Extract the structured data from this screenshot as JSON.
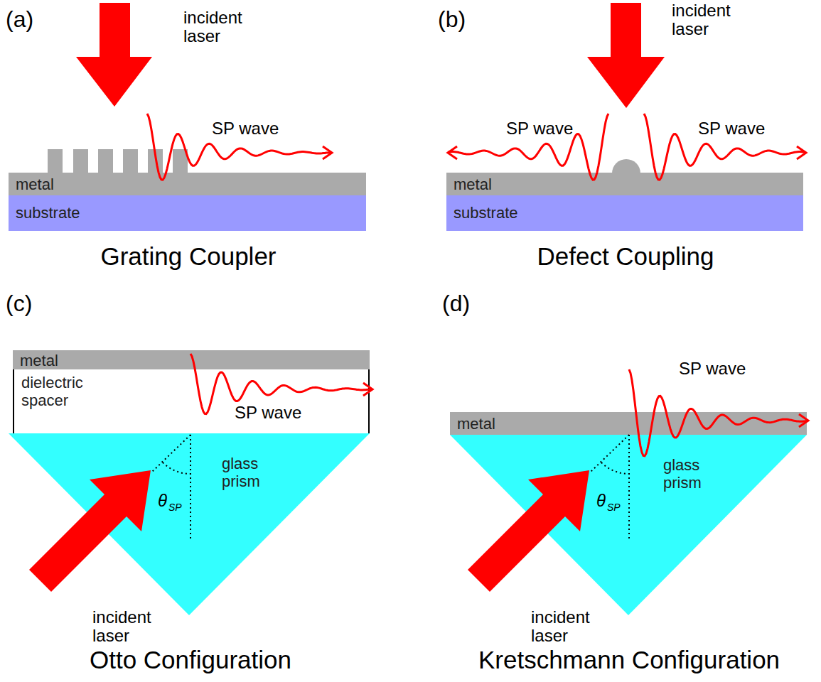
{
  "diagram": {
    "nodes": [
      {
        "text": [
          "metal"
        ]
      },
      {
        "text": [
          "substrate"
        ]
      },
      {
        "text": [
          "metal"
        ]
      },
      {
        "text": [
          "substrate"
        ]
      },
      {
        "text": [
          "metal"
        ]
      },
      {
        "text": [
          "dielectric spacer"
        ]
      },
      {
        "text": [
          "glass prism"
        ]
      },
      {
        "text": [
          "metal"
        ]
      },
      {
        "text": [
          "glass prism"
        ]
      }
    ],
    "labels": [
      "(a)",
      "incident laser",
      "SP wave",
      "Grating Coupler",
      "(b)",
      "incident laser",
      "SP wave",
      "SP wave",
      "Defect Coupling",
      "(c)",
      "SP wave",
      "θ",
      "SP",
      "incident laser",
      "Otto Configuration",
      "(d)",
      "SP wave",
      "θ",
      "SP",
      "incident laser",
      "Kretschmann Configuration"
    ]
  }
}
